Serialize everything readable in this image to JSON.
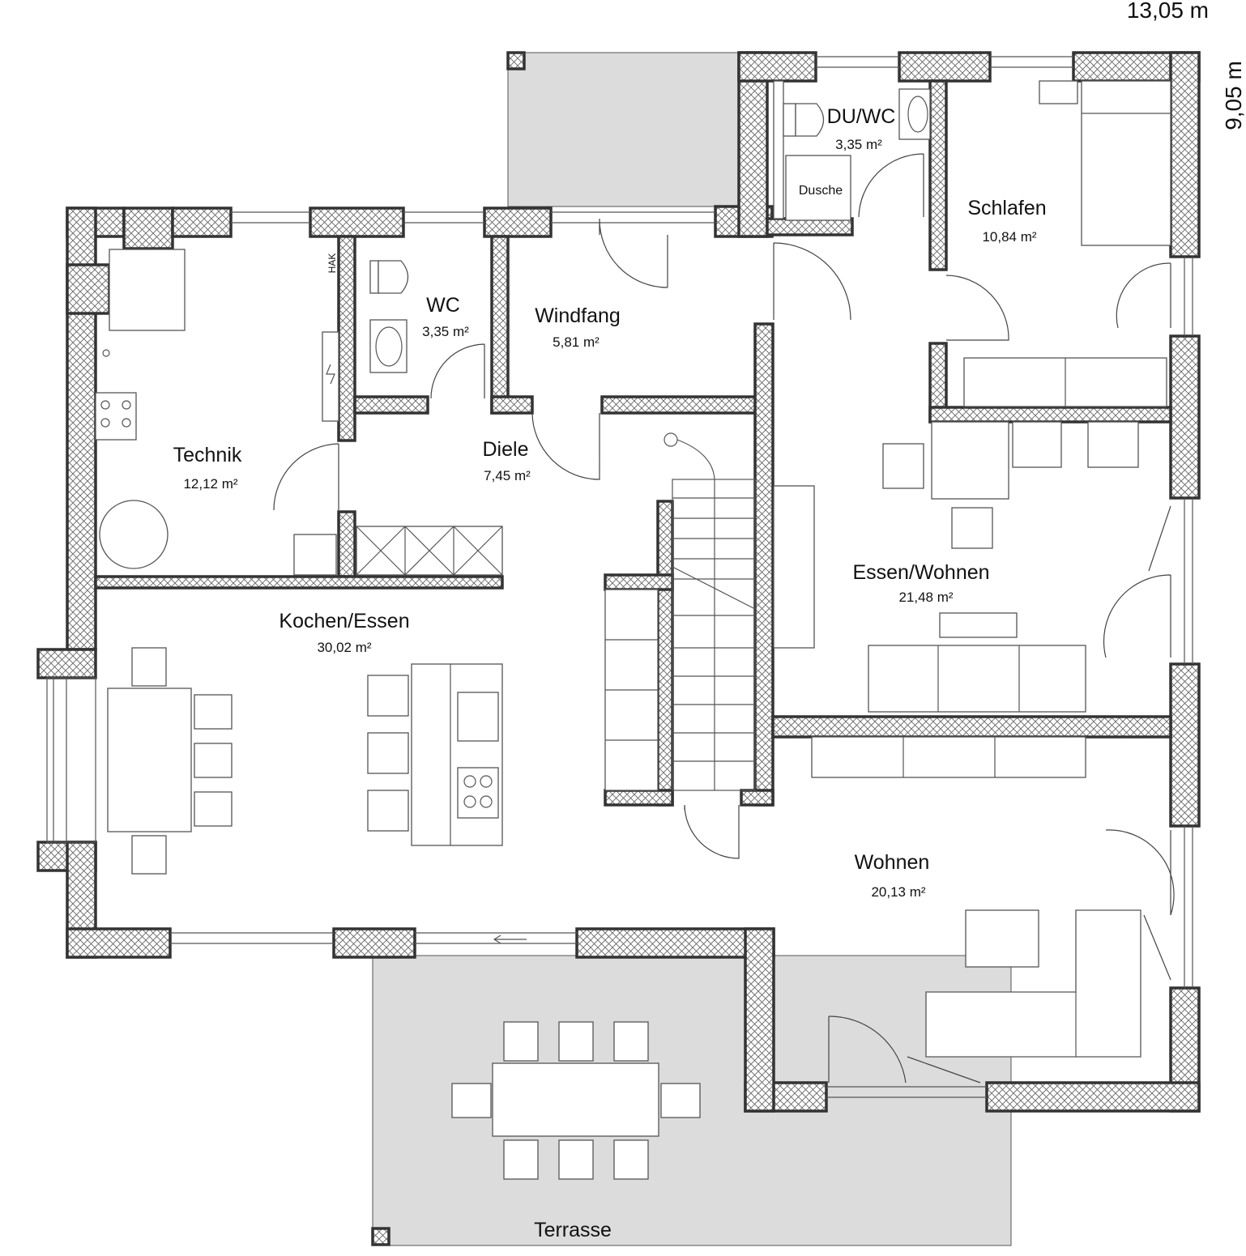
{
  "plan": {
    "dimensions": {
      "width": "13,05 m",
      "depth": "9,05 m"
    },
    "unit_suffix": "m²",
    "rooms": {
      "du_wc": {
        "name": "DU/WC",
        "area": "3,35 m²"
      },
      "dusche": {
        "name": "Dusche"
      },
      "schlafen": {
        "name": "Schlafen",
        "area": "10,84 m²"
      },
      "wc": {
        "name": "WC",
        "area": "3,35 m²"
      },
      "windfang": {
        "name": "Windfang",
        "area": "5,81 m²"
      },
      "technik": {
        "name": "Technik",
        "area": "12,12 m²"
      },
      "hak": {
        "name": "HAK"
      },
      "diele": {
        "name": "Diele",
        "area": "7,45 m²"
      },
      "essen_wohnen": {
        "name": "Essen/Wohnen",
        "area": "21,48 m²"
      },
      "kochen_essen": {
        "name": "Kochen/Essen",
        "area": "30,02 m²"
      },
      "wohnen": {
        "name": "Wohnen",
        "area": "20,13 m²"
      },
      "terrasse": {
        "name": "Terrasse"
      }
    },
    "colors": {
      "wall_outline": "#333333",
      "hatch": "#555555",
      "terrace": "#dcdcdc"
    }
  }
}
